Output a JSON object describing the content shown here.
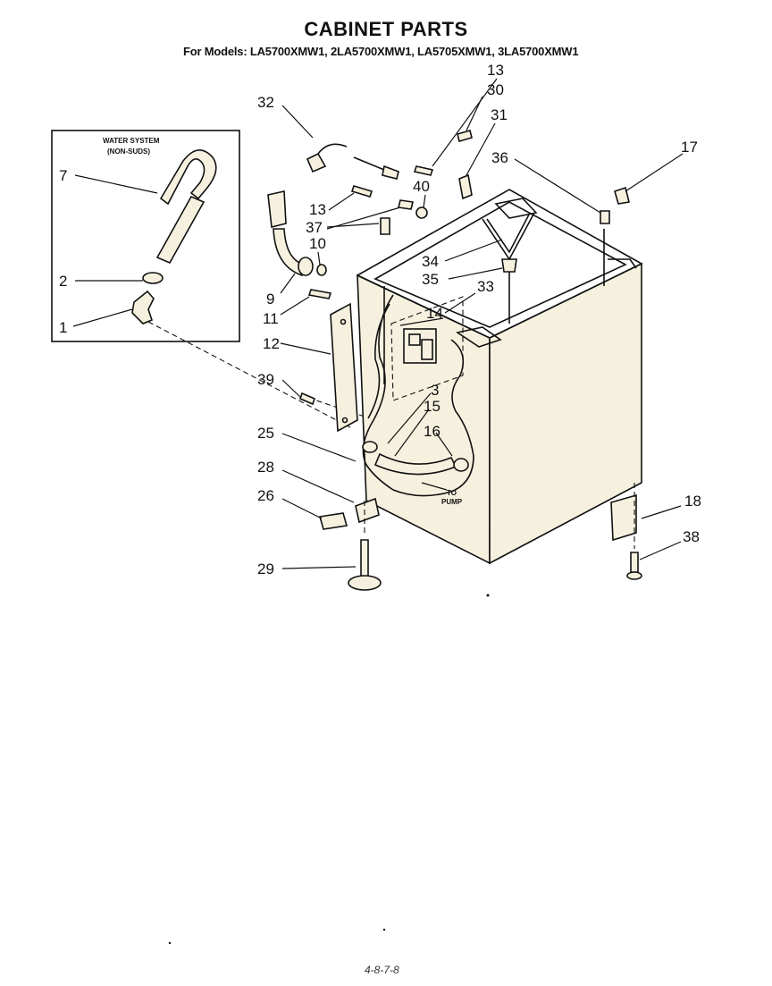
{
  "title": "CABINET PARTS",
  "subtitle": "For Models: LA5700XMW1, 2LA5700XMW1, LA5705XMW1, 3LA5700XMW1",
  "inset": {
    "line1": "WATER SYSTEM",
    "line2": "(NON-SUDS)"
  },
  "pump_note": {
    "line1": "TO",
    "line2": "PUMP"
  },
  "callouts": {
    "p1": "1",
    "p2": "2",
    "p3": "3",
    "p7": "7",
    "p9": "9",
    "p10": "10",
    "p11": "11",
    "p12": "12",
    "p13a": "13",
    "p13b": "13",
    "p14": "14",
    "p15": "15",
    "p16": "16",
    "p17": "17",
    "p18": "18",
    "p25": "25",
    "p26": "26",
    "p28": "28",
    "p29": "29",
    "p30": "30",
    "p31": "31",
    "p32": "32",
    "p33": "33",
    "p34": "34",
    "p35": "35",
    "p36": "36",
    "p37": "37",
    "p38": "38",
    "p39": "39",
    "p40": "40"
  },
  "footer_mark": "4-8-7-8"
}
